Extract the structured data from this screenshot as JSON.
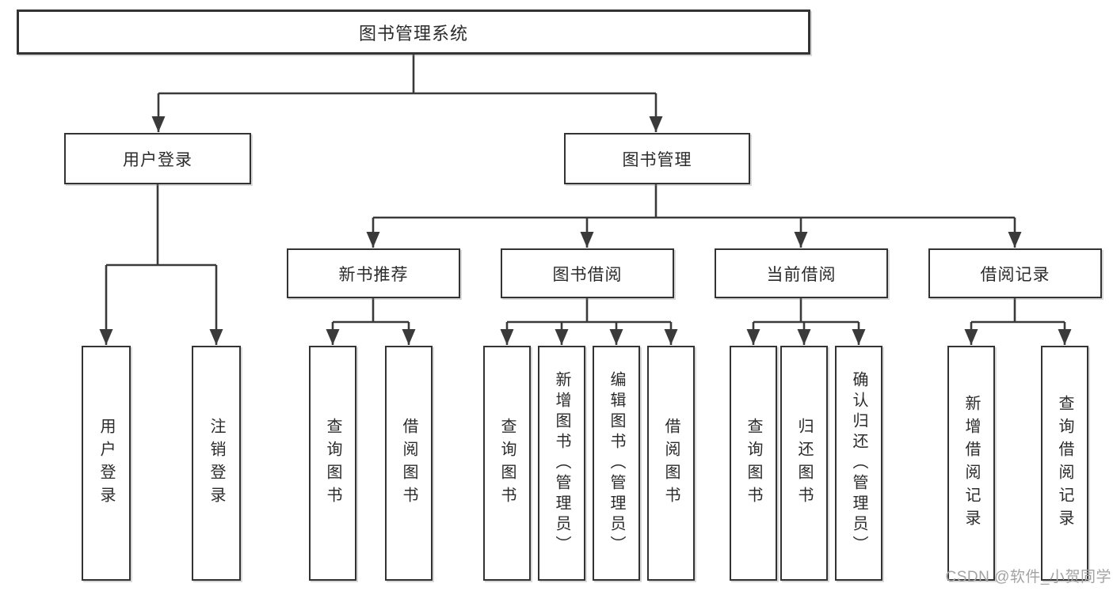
{
  "diagram": {
    "title": "图书管理系统",
    "level2": [
      {
        "label": "用户登录",
        "children": [
          "用户登录",
          "注销登录"
        ]
      },
      {
        "label": "图书管理",
        "children": [
          {
            "label": "新书推荐",
            "children": [
              "查询图书",
              "借阅图书"
            ]
          },
          {
            "label": "图书借阅",
            "children": [
              "查询图书",
              "新增图书（管理员）",
              "编辑图书（管理员）",
              "借阅图书"
            ]
          },
          {
            "label": "当前借阅",
            "children": [
              "查询图书",
              "归还图书",
              "确认归还（管理员）"
            ]
          },
          {
            "label": "借阅记录",
            "children": [
              "新增借阅记录",
              "查询借阅记录"
            ]
          }
        ]
      }
    ]
  },
  "watermark": "CSDN @软件_小贺同学",
  "colors": {
    "line": "#3a3a3a",
    "box_border": "#333333",
    "text": "#2b2b2b",
    "background": "#ffffff",
    "watermark": "#a3a3a3"
  }
}
